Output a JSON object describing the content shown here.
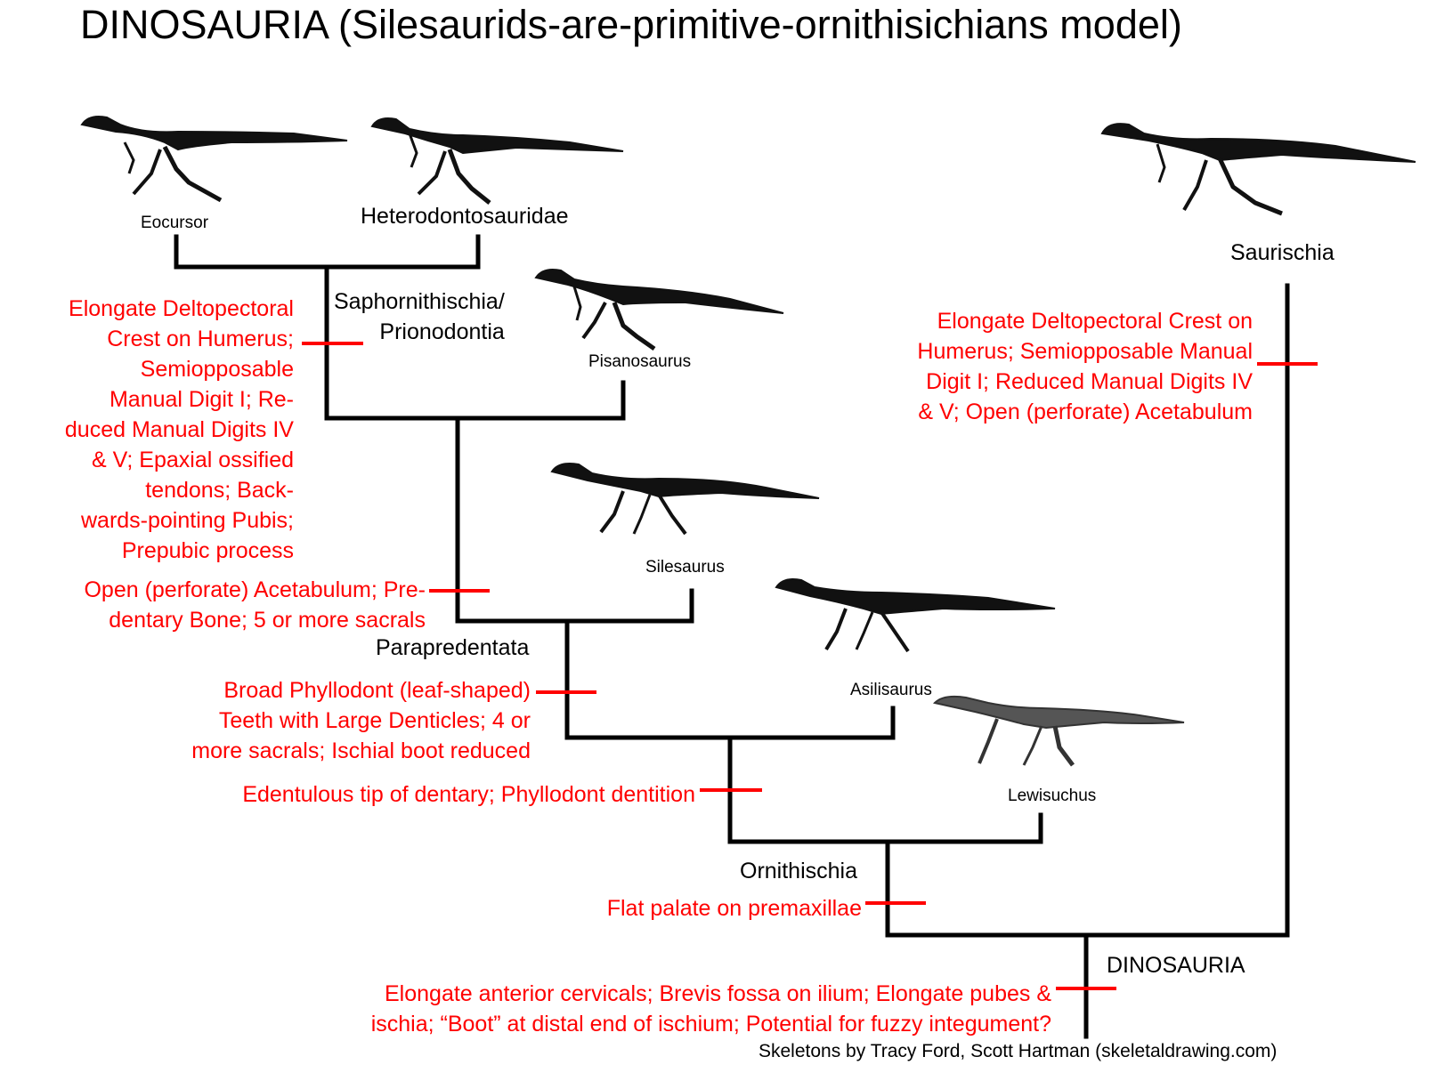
{
  "title": "DINOSAURIA (Silesaurids-are-primitive-ornithisichians model)",
  "taxa": {
    "eocursor": "Eocursor",
    "heterodontosauridae": "Heterodontosauridae",
    "pisanosaurus": "Pisanosaurus",
    "silesaurus": "Silesaurus",
    "asilisaurus": "Asilisaurus",
    "lewisuchus": "Lewisuchus",
    "saurischia": "Saurischia"
  },
  "clades": {
    "saphornithischia": "Saphornithischia/\nPrionodontia",
    "parapredentata": "Parapredentata",
    "ornithischia": "Ornithischia",
    "dinosauria": "DINOSAURIA"
  },
  "characters": {
    "saphornithischia": "Elongate Deltopectoral\nCrest on Humerus;\nSemiopposable\nManual Digit I; Re-\nduced Manual Digits IV\n& V; Epaxial ossified\ntendons; Back-\nwards-pointing Pubis;\nPrepubic process",
    "silesaurus_node": "Open (perforate) Acetabulum; Pre-\ndentary Bone; 5 or more sacrals",
    "parapredentata": "Broad Phyllodont (leaf-shaped)\nTeeth with Large Denticles; 4 or\nmore sacrals; Ischial boot reduced",
    "asilisaurus_node": "Edentulous tip of dentary; Phyllodont dentition",
    "ornithischia": "Flat palate on premaxillae",
    "dinosauria": "Elongate anterior cervicals; Brevis fossa on ilium; Elongate pubes &\nischia; “Boot” at distal end of ischium; Potential for fuzzy integument?",
    "saurischia": "Elongate Deltopectoral Crest on\nHumerus; Semiopposable Manual\nDigit I; Reduced Manual Digits IV\n& V; Open (perforate) Acetabulum"
  },
  "credit": "Skeletons by Tracy Ford, Scott Hartman (skeletaldrawing.com)",
  "colors": {
    "tree": "#000000",
    "synapomorphy": "#ff0000",
    "skeleton": "#111111"
  }
}
